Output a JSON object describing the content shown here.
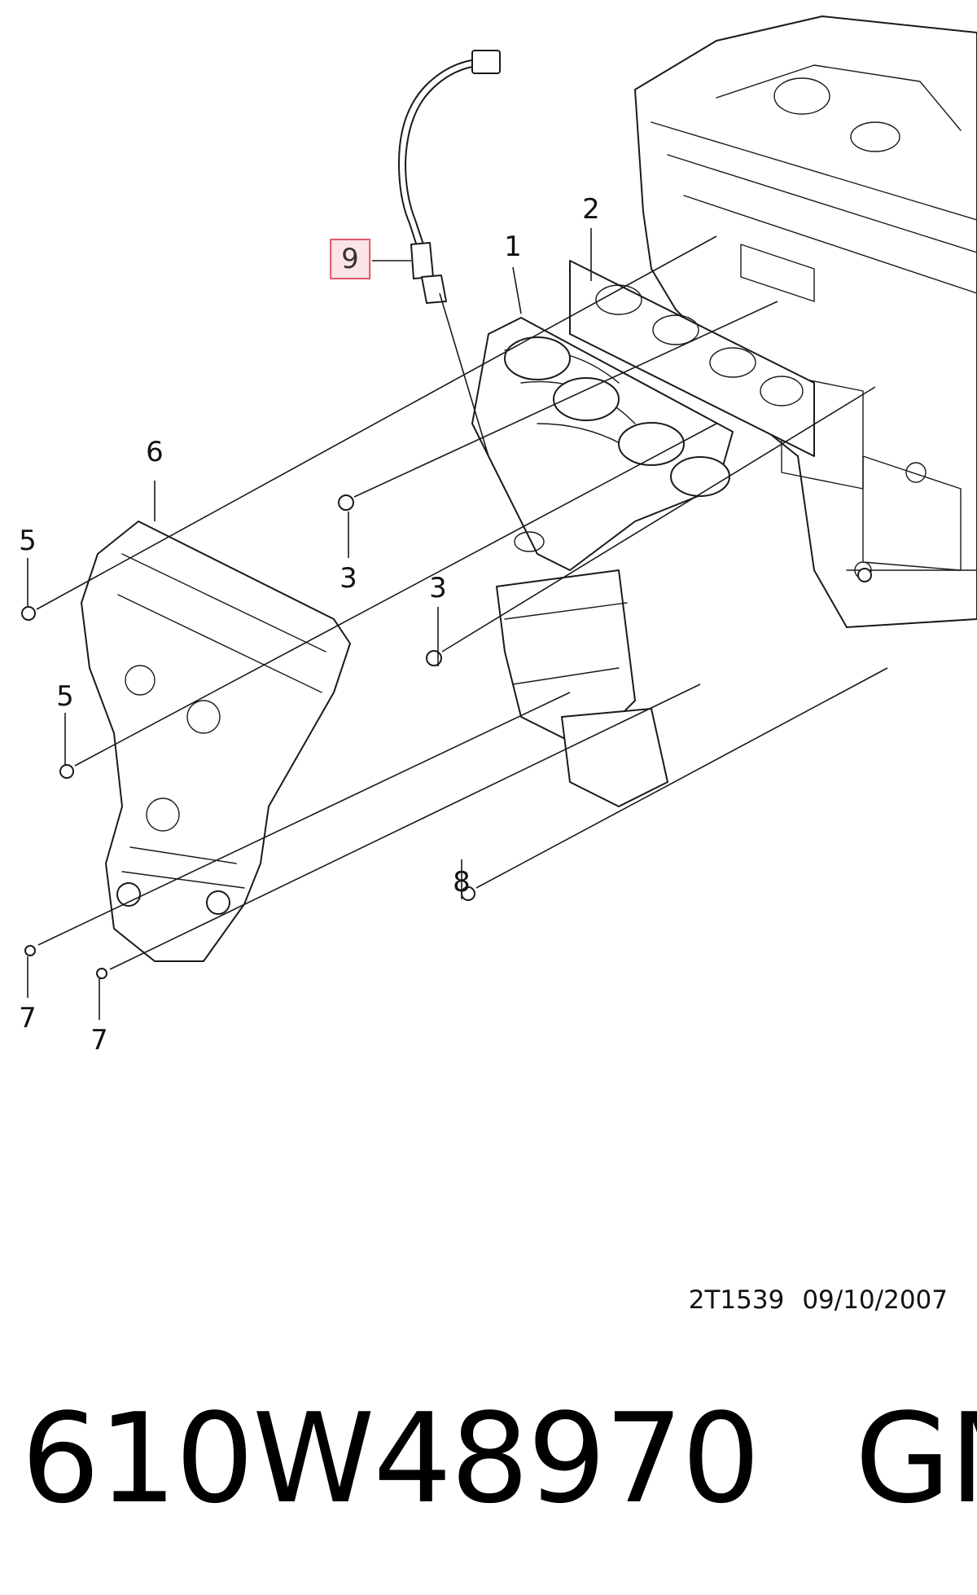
{
  "diagram": {
    "callouts": [
      "1",
      "2",
      "3",
      "3",
      "5",
      "5",
      "6",
      "7",
      "7",
      "8",
      "9"
    ],
    "selected_callout": "9",
    "selected_color": "#e05a66"
  },
  "stamp": {
    "code": "2T1539",
    "date": "09/10/2007"
  },
  "footer": {
    "part_number": "610W48970",
    "brand": "GM"
  }
}
